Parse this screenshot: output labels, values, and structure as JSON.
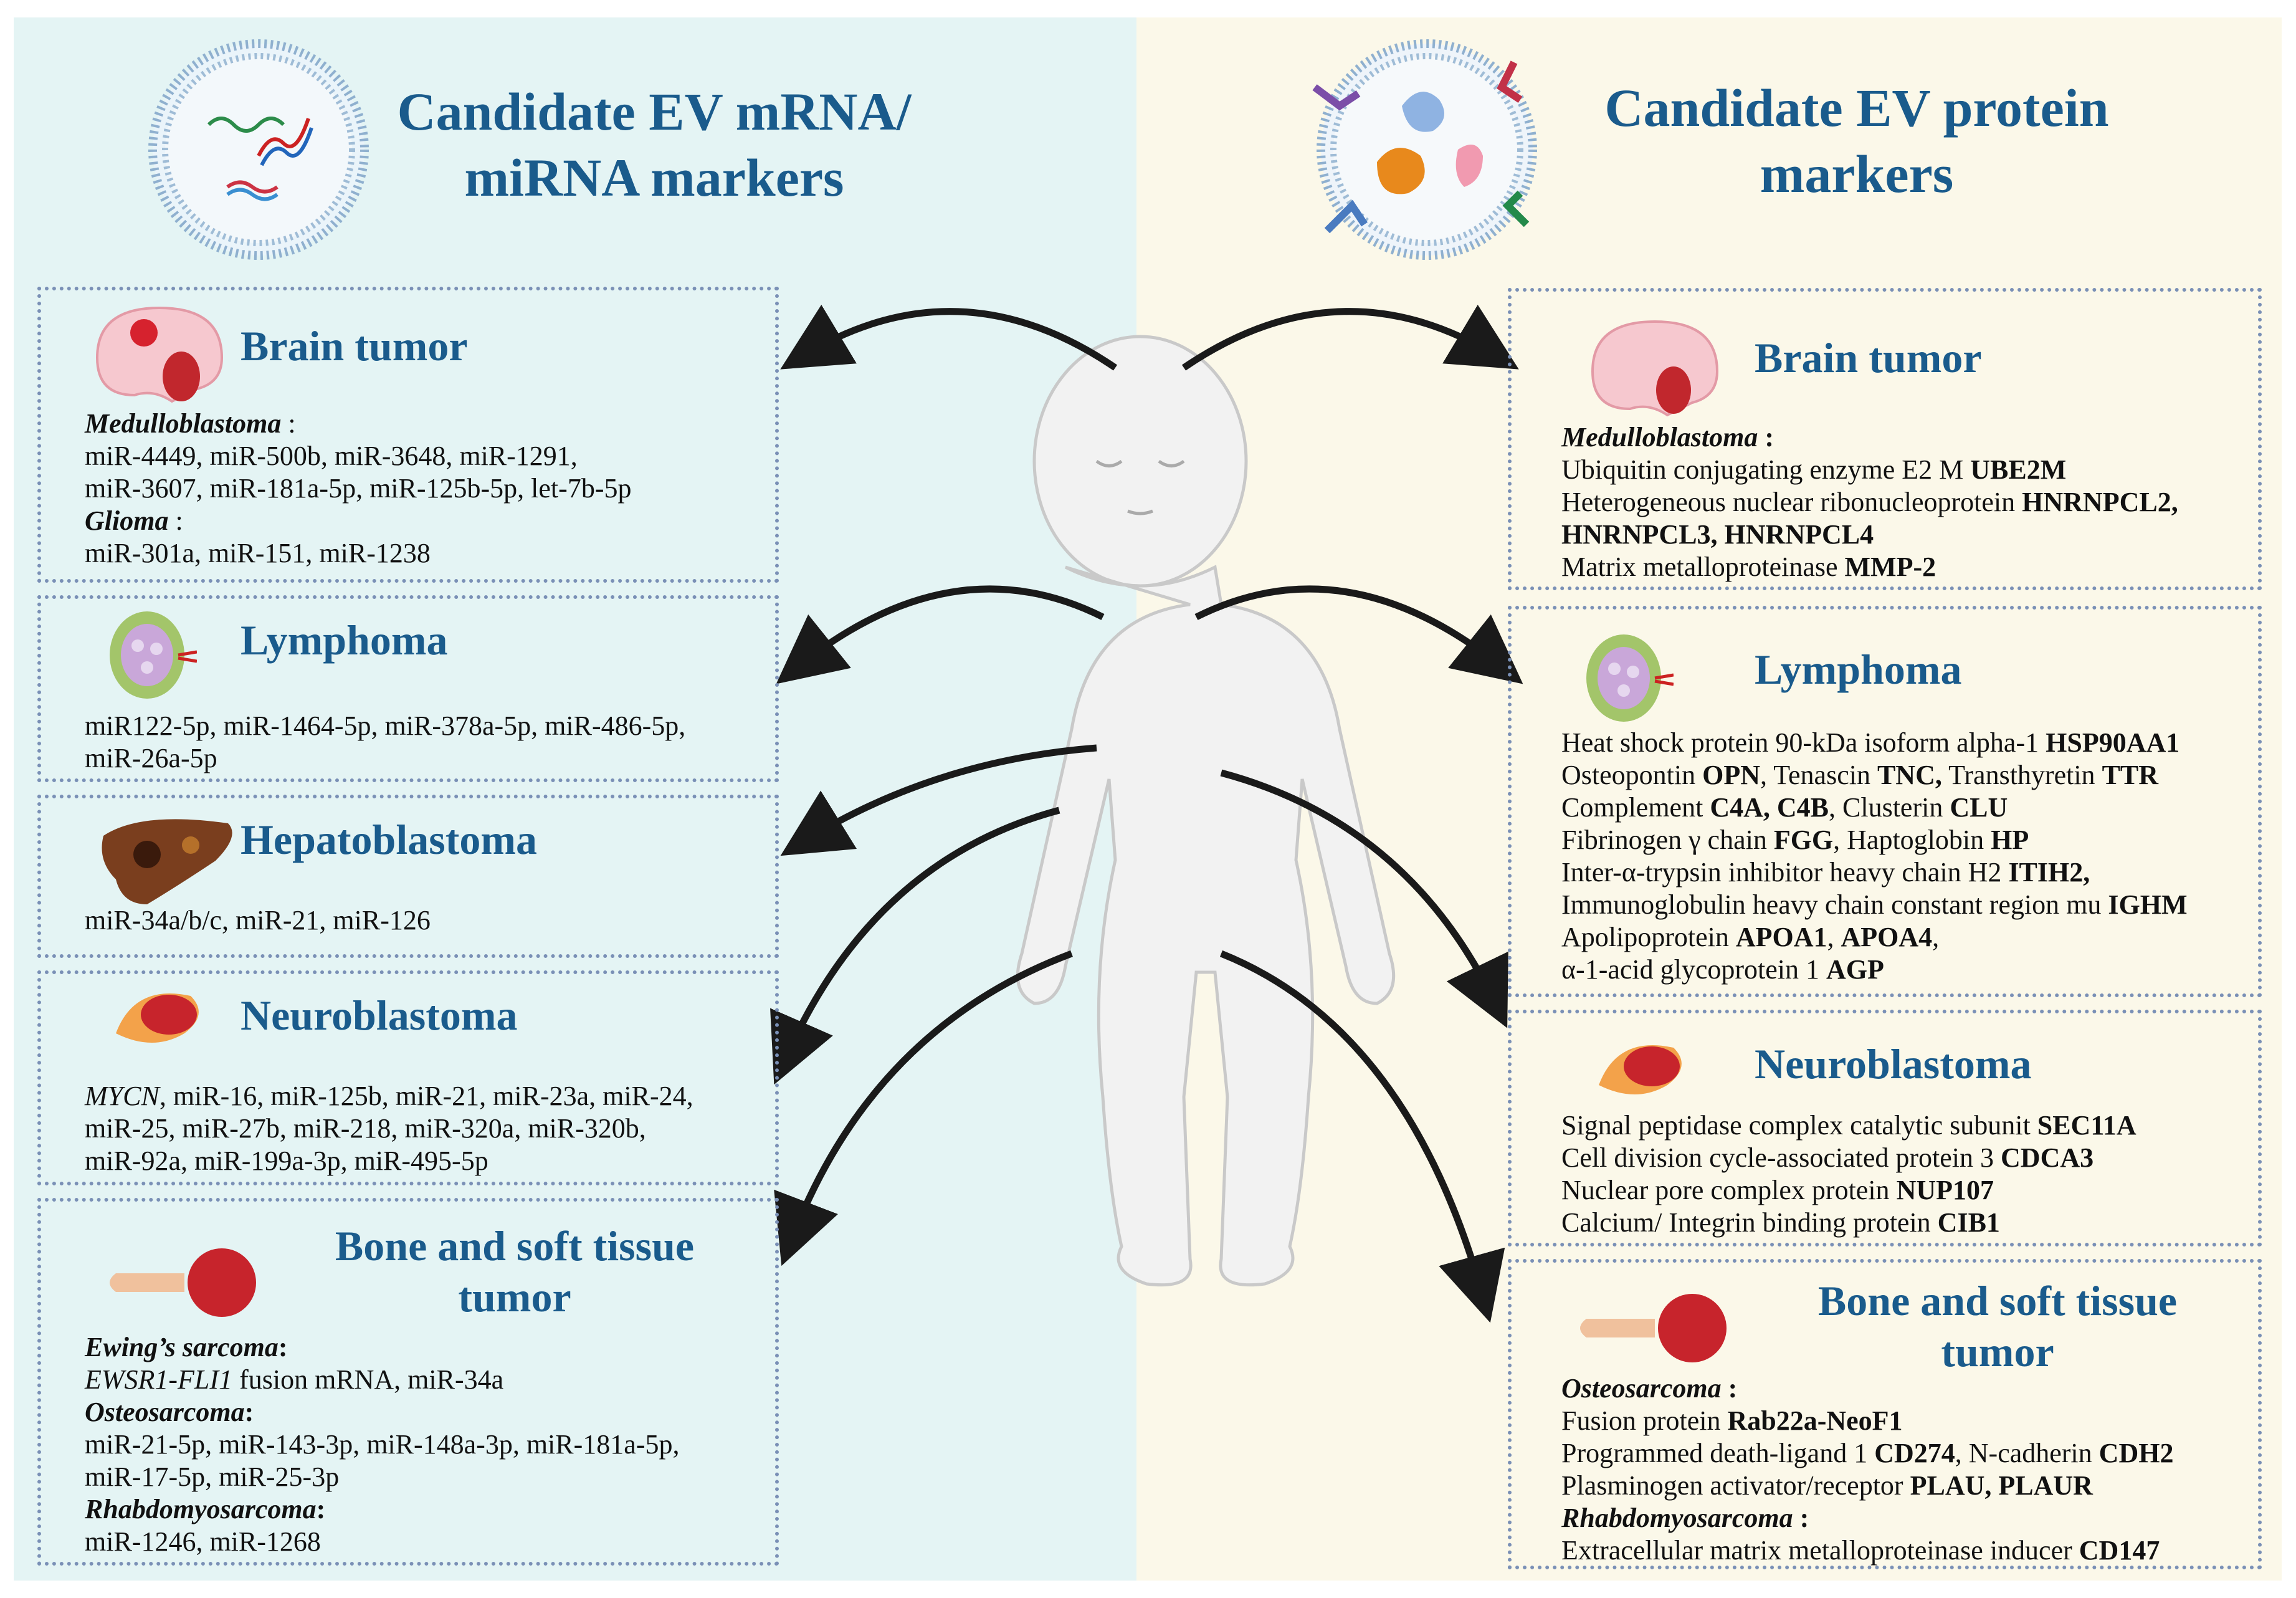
{
  "left_header": {
    "line1": "Candidate EV mRNA/",
    "line2": "miRNA markers"
  },
  "right_header": {
    "line1": "Candidate EV protein",
    "line2": "markers"
  },
  "left": {
    "brain": {
      "title": "Brain tumor",
      "sub1": "Medulloblastoma",
      "sub1_suffix": " :",
      "l1": "miR-4449, miR-500b, miR-3648,  miR-1291,",
      "l2": "miR-3607, miR-181a-5p, miR-125b-5p, let-7b-5p",
      "sub2": "Glioma",
      "sub2_suffix": " :",
      "l3": "miR-301a, miR-151, miR-1238"
    },
    "lymphoma": {
      "title": "Lymphoma",
      "l1": "miR122-5p, miR-1464-5p, miR-378a-5p, miR-486-5p,",
      "l2": "miR-26a-5p"
    },
    "hepato": {
      "title": "Hepatoblastoma",
      "l1": "miR-34a/b/c, miR-21, miR-126"
    },
    "neuro": {
      "title": "Neuroblastoma",
      "l1_italic": "MYCN",
      "l1_rest": ", miR-16, miR-125b, miR-21, miR-23a, miR-24,",
      "l2": "miR-25, miR-27b, miR-218, miR-320a, miR-320b,",
      "l3": "miR-92a, miR-199a-3p, miR-495-5p"
    },
    "bone": {
      "title1": "Bone and soft tissue",
      "title2": "tumor",
      "sub1": "Ewing’s sarcoma",
      "sub1_suffix": ":",
      "l1_italic": "EWSR1-FLI1",
      "l1_rest": " fusion mRNA, miR-34a",
      "sub2": "Osteosarcoma",
      "sub2_suffix": ":",
      "l2": "miR-21-5p, miR-143-3p, miR-148a-3p, miR-181a-5p,",
      "l3": "miR-17-5p, miR-25-3p",
      "sub3": "Rhabdomyosarcoma",
      "sub3_suffix": ":",
      "l4": "miR-1246, miR-1268"
    }
  },
  "right": {
    "brain": {
      "title": "Brain tumor",
      "sub1": "Medulloblastoma",
      "sub1_suffix": " :",
      "l1a": "Ubiquitin conjugating enzyme E2 M ",
      "l1b": "UBE2M",
      "l2a": "Heterogeneous nuclear ribonucleoprotein ",
      "l2b": "HNRNPCL2,",
      "l3b": "HNRNPCL3, HNRNPCL4",
      "l4a": "Matrix metalloproteinase ",
      "l4b": "MMP-2"
    },
    "lymphoma": {
      "title": "Lymphoma",
      "l1a": "Heat shock protein 90-kDa isoform alpha-1 ",
      "l1b": "HSP90AA1",
      "l2a": "Osteopontin ",
      "l2b": "OPN",
      "l2c": ", Tenascin ",
      "l2d": "TNC,",
      "l2e": " Transthyretin ",
      "l2f": "TTR",
      "l3a": "Complement ",
      "l3b": "C4A, C4B",
      "l3c": ",  Clusterin ",
      "l3d": "CLU",
      "l4a": "Fibrinogen γ chain ",
      "l4b": "FGG",
      "l4c": ", Haptoglobin ",
      "l4d": "HP",
      "l5a": "Inter-α-trypsin inhibitor heavy chain H2 ",
      "l5b": "ITIH2,",
      "l6a": "Immunoglobulin heavy chain constant region mu ",
      "l6b": "IGHM",
      "l7a": "Apolipoprotein ",
      "l7b": "APOA1",
      "l7c": ", ",
      "l7d": "APOA4",
      "l7e": ",",
      "l8a": "α-1-acid glycoprotein 1 ",
      "l8b": "AGP"
    },
    "neuro": {
      "title": "Neuroblastoma",
      "l1a": "Signal peptidase complex catalytic subunit ",
      "l1b": "SEC11A",
      "l2a": "Cell division cycle-associated protein 3 ",
      "l2b": "CDCA3",
      "l3a": "Nuclear pore complex protein ",
      "l3b": "NUP107",
      "l4a": "Calcium/ Integrin binding protein ",
      "l4b": "CIB1"
    },
    "bone": {
      "title1": "Bone and soft tissue",
      "title2": "tumor",
      "sub1": "Osteosarcoma",
      "sub1_suffix": " :",
      "l1a": "Fusion protein ",
      "l1b": "Rab22a-NeoF1",
      "l2a": "Programmed death-ligand 1 ",
      "l2b": "CD274",
      "l2c": ", N-cadherin ",
      "l2d": "CDH2",
      "l3a": "Plasminogen activator/receptor ",
      "l3b": "PLAU, PLAUR",
      "sub2": "Rhabdomyosarcoma",
      "sub2_suffix": " :",
      "l4a": "Extracellular matrix metalloproteinase inducer ",
      "l4b": "CD147"
    }
  },
  "colors": {
    "title_blue": "#1a5b8c",
    "left_bg": "#e4f4f4",
    "right_bg": "#fbf8e9",
    "card_border": "#7a90b6"
  }
}
